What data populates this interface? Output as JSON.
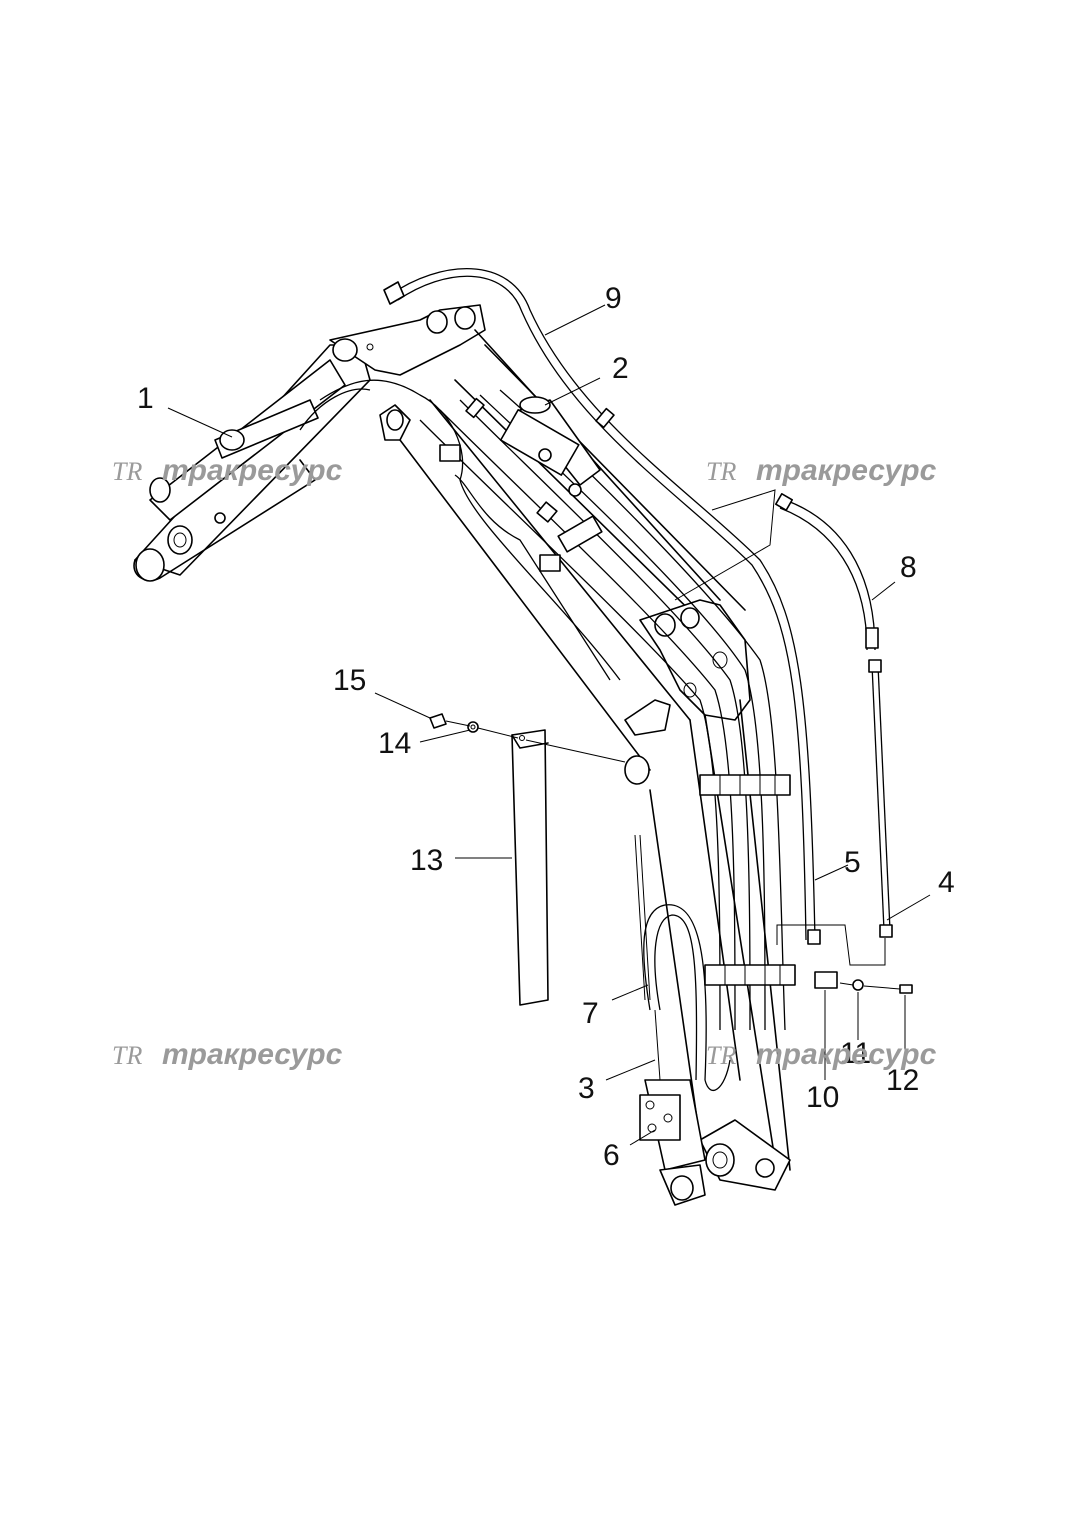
{
  "diagram": {
    "callouts": [
      "1",
      "2",
      "3",
      "4",
      "5",
      "6",
      "7",
      "8",
      "9",
      "10",
      "11",
      "12",
      "13",
      "14",
      "15"
    ],
    "watermark": {
      "logo_text": "TR",
      "brand_text": "тракресурс"
    }
  }
}
